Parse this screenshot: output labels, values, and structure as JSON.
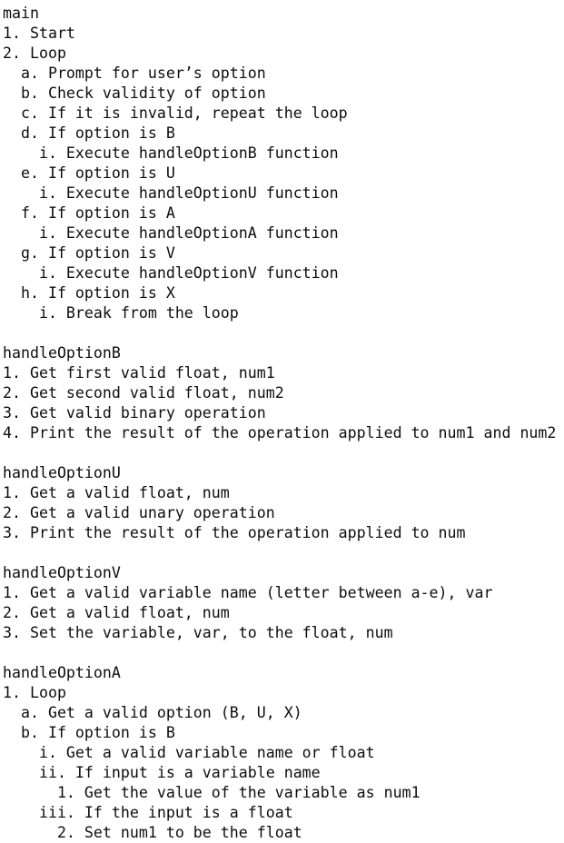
{
  "page": {
    "background": "#ffffff",
    "text_color": "#0d0d0d"
  },
  "document": {
    "sections": [
      {
        "name": "main",
        "steps": [
          "1. Start",
          "2. Loop",
          "  a. Prompt for user’s option",
          "  b. Check validity of option",
          "  c. If it is invalid, repeat the loop",
          "  d. If option is B",
          "    i. Execute handleOptionB function",
          "  e. If option is U",
          "    i. Execute handleOptionU function",
          "  f. If option is A",
          "    i. Execute handleOptionA function",
          "  g. If option is V",
          "    i. Execute handleOptionV function",
          "  h. If option is X",
          "    i. Break from the loop"
        ]
      },
      {
        "name": "handleOptionB",
        "steps": [
          "1. Get first valid float, num1",
          "2. Get second valid float, num2",
          "3. Get valid binary operation",
          "4. Print the result of the operation applied to num1 and num2"
        ]
      },
      {
        "name": "handleOptionU",
        "steps": [
          "1. Get a valid float, num",
          "2. Get a valid unary operation",
          "3. Print the result of the operation applied to num"
        ]
      },
      {
        "name": "handleOptionV",
        "steps": [
          "1. Get a valid variable name (letter between a-e), var",
          "2. Get a valid float, num",
          "3. Set the variable, var, to the float, num"
        ]
      },
      {
        "name": "handleOptionA",
        "steps": [
          "1. Loop",
          "  a. Get a valid option (B, U, X)",
          "  b. If option is B",
          "    i. Get a valid variable name or float",
          "    ii. If input is a variable name",
          "      1. Get the value of the variable as num1",
          "    iii. If the input is a float",
          "      2. Set num1 to be the float"
        ]
      }
    ]
  }
}
